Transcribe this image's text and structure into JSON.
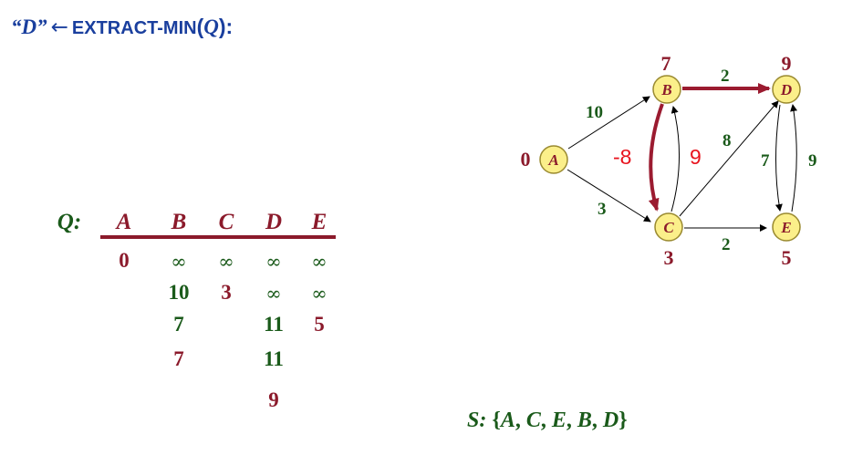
{
  "title": {
    "quote_open": "“",
    "vertex": "D",
    "quote_close": "”",
    "arrow": "←",
    "op_text": "EXTRACT-MIN",
    "paren_open": "(",
    "arg": "Q",
    "paren_close": "):"
  },
  "queue": {
    "label": "Q:",
    "headers": [
      "A",
      "B",
      "C",
      "D",
      "E"
    ],
    "rows": [
      [
        "0",
        "∞",
        "∞",
        "∞",
        "∞"
      ],
      [
        "",
        "10",
        "3",
        "∞",
        "∞"
      ],
      [
        "",
        "7",
        "",
        "11",
        "5"
      ],
      [
        "",
        "7",
        "",
        "11",
        ""
      ],
      [
        "",
        "",
        "",
        "9",
        ""
      ]
    ]
  },
  "graph": {
    "nodes": [
      {
        "id": "A",
        "dist": "0"
      },
      {
        "id": "B",
        "dist": "7"
      },
      {
        "id": "C",
        "dist": "3"
      },
      {
        "id": "D",
        "dist": "9"
      },
      {
        "id": "E",
        "dist": "5"
      }
    ],
    "edges": [
      {
        "from": "A",
        "to": "B",
        "weight": "10",
        "highlight": false
      },
      {
        "from": "A",
        "to": "C",
        "weight": "3",
        "highlight": false
      },
      {
        "from": "B",
        "to": "D",
        "weight": "2",
        "highlight": true
      },
      {
        "from": "B",
        "to": "C",
        "weight": "-8",
        "highlight": true
      },
      {
        "from": "C",
        "to": "B",
        "weight": "9",
        "highlight": false
      },
      {
        "from": "C",
        "to": "D",
        "weight": "8",
        "highlight": false
      },
      {
        "from": "C",
        "to": "E",
        "weight": "2",
        "highlight": false
      },
      {
        "from": "D",
        "to": "E",
        "weight": "7",
        "highlight": false
      },
      {
        "from": "E",
        "to": "D",
        "weight": "9",
        "highlight": false
      }
    ],
    "colors": {
      "node_fill": "#fbef8a",
      "node_stroke": "#9a8a30",
      "highlight": "#9b1b30",
      "weight_green": "#1a5a1a",
      "weight_red": "#e8141e",
      "dist_red": "#8b1a2b"
    }
  },
  "s_set": {
    "label": "S:",
    "open": "{",
    "items": [
      "A",
      "C",
      "E",
      "B",
      "D"
    ],
    "close": "}"
  }
}
